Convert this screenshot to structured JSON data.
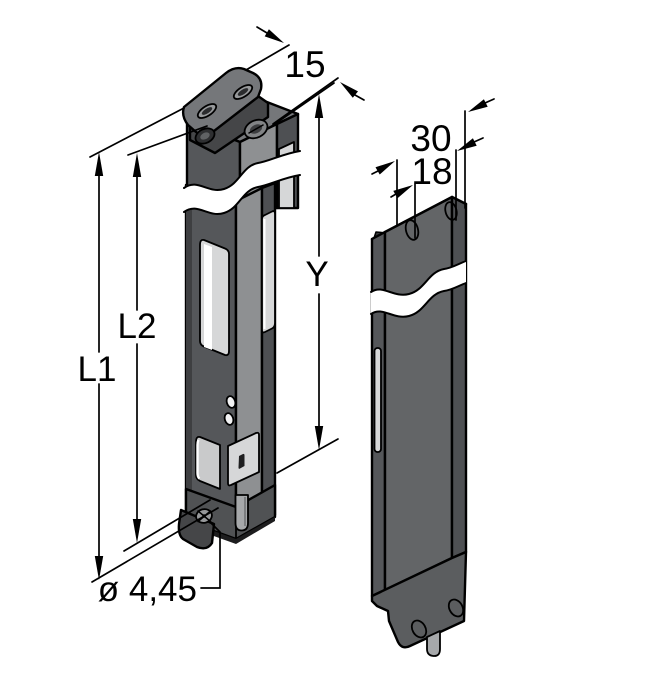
{
  "drawing": {
    "type": "technical-dimension-drawing",
    "views": [
      "front-isometric-sensor",
      "side-isometric-sensor"
    ],
    "labels": {
      "width": "15",
      "depth": "30",
      "hole_spacing": "18",
      "sensing_height": "Y",
      "overall_length": "L1",
      "mounting_length": "L2",
      "hole_diameter": "ø 4,45"
    },
    "colors": {
      "background": "#ffffff",
      "outline": "#000000",
      "body_dark": "#55575a",
      "body_dark2": "#4e5053",
      "body_mid": "#8e9092",
      "body_top": "#75777a",
      "body_cap": "#505254",
      "body_under": "#1d1d1e",
      "bracket_dark": "#454648",
      "window": "#d6d7d8",
      "patch": "#c9cacb",
      "cable": "#a6a8aa",
      "metal": "#97999b",
      "highlight": "#ffffff"
    }
  }
}
